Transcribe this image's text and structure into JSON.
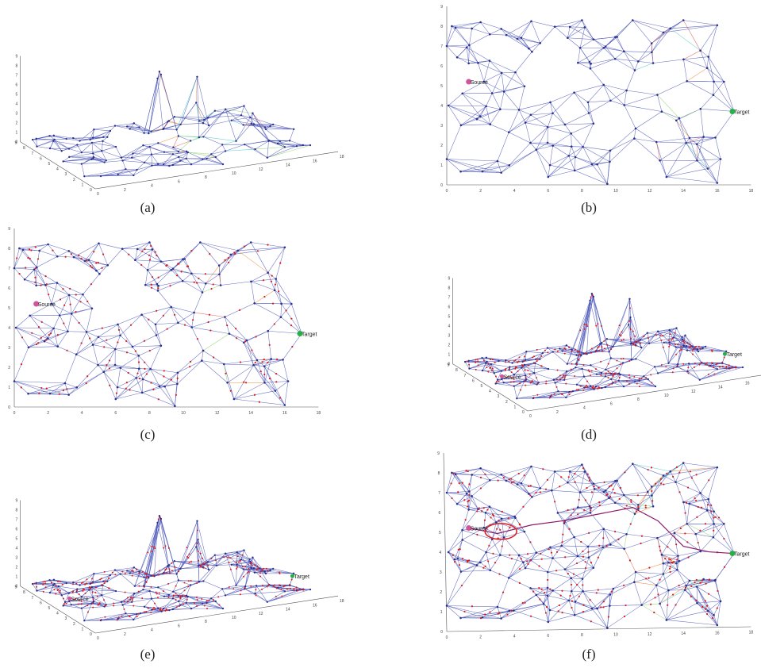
{
  "colors": {
    "edge": "#4a55b8",
    "node": "#2a2f8a",
    "red_node": "#e01818",
    "source": "#d0559a",
    "target": "#28b048",
    "path": "#8a1a6a",
    "highlight_ellipse": "#e02020"
  },
  "panels": [
    {
      "id": "a",
      "caption": "(a)",
      "view": "3d",
      "has_labels": false,
      "red_nodes": false,
      "x_ticks": [
        "0",
        "2",
        "4",
        "6",
        "8",
        "10",
        "12",
        "14",
        "16",
        "18"
      ],
      "y_ticks": [
        "0",
        "1",
        "2",
        "3",
        "4",
        "5",
        "6",
        "7",
        "8",
        "9"
      ],
      "z_ticks": [
        "0",
        "1",
        "2",
        "3",
        "4",
        "5",
        "6",
        "7",
        "8",
        "9"
      ]
    },
    {
      "id": "b",
      "caption": "(b)",
      "view": "2d",
      "has_labels": true,
      "red_nodes": false,
      "source_label": "Source",
      "target_label": "Target",
      "x_ticks": [
        "0",
        "2",
        "4",
        "6",
        "8",
        "10",
        "12",
        "14",
        "16",
        "18"
      ],
      "y_ticks": [
        "0",
        "1",
        "2",
        "3",
        "4",
        "5",
        "6",
        "7",
        "8",
        "9"
      ]
    },
    {
      "id": "c",
      "caption": "(c)",
      "view": "2d",
      "has_labels": true,
      "red_nodes": true,
      "source_label": "Source",
      "target_label": "Target",
      "x_ticks": [
        "0",
        "2",
        "4",
        "6",
        "8",
        "10",
        "12",
        "14",
        "16",
        "18"
      ],
      "y_ticks": [
        "0",
        "1",
        "2",
        "3",
        "4",
        "5",
        "6",
        "7",
        "8",
        "9"
      ]
    },
    {
      "id": "d",
      "caption": "(d)",
      "view": "3d",
      "has_labels": true,
      "red_nodes": true,
      "source_label": "Source",
      "target_label": "Target",
      "x_ticks": [
        "0",
        "2",
        "4",
        "6",
        "8",
        "10",
        "12",
        "14",
        "16",
        "18"
      ],
      "y_ticks": [
        "0",
        "1",
        "2",
        "3",
        "4",
        "5",
        "6",
        "7",
        "8",
        "9"
      ],
      "z_ticks": [
        "0",
        "1",
        "2",
        "3",
        "4",
        "5",
        "6",
        "7",
        "8",
        "9"
      ]
    },
    {
      "id": "e",
      "caption": "(e)",
      "view": "3d",
      "has_labels": true,
      "red_nodes": true,
      "source_label": "Source",
      "target_label": "Target",
      "x_ticks": [
        "0",
        "2",
        "4",
        "6",
        "8",
        "10",
        "12",
        "14",
        "16",
        "18"
      ],
      "y_ticks": [
        "0",
        "1",
        "2",
        "3",
        "4",
        "5",
        "6",
        "7",
        "8",
        "9"
      ],
      "z_ticks": [
        "0",
        "1",
        "2",
        "3",
        "4",
        "5",
        "6",
        "7",
        "8",
        "9"
      ]
    },
    {
      "id": "f",
      "caption": "(f)",
      "view": "2d-tilt",
      "has_labels": true,
      "red_nodes": true,
      "show_path": true,
      "source_label": "Source",
      "target_label": "Target",
      "x_ticks": [
        "0",
        "2",
        "4",
        "6",
        "8",
        "10",
        "12",
        "14",
        "16",
        "18"
      ],
      "y_ticks": [
        "0",
        "1",
        "2",
        "3",
        "4",
        "5",
        "6",
        "7",
        "8",
        "9"
      ]
    }
  ]
}
